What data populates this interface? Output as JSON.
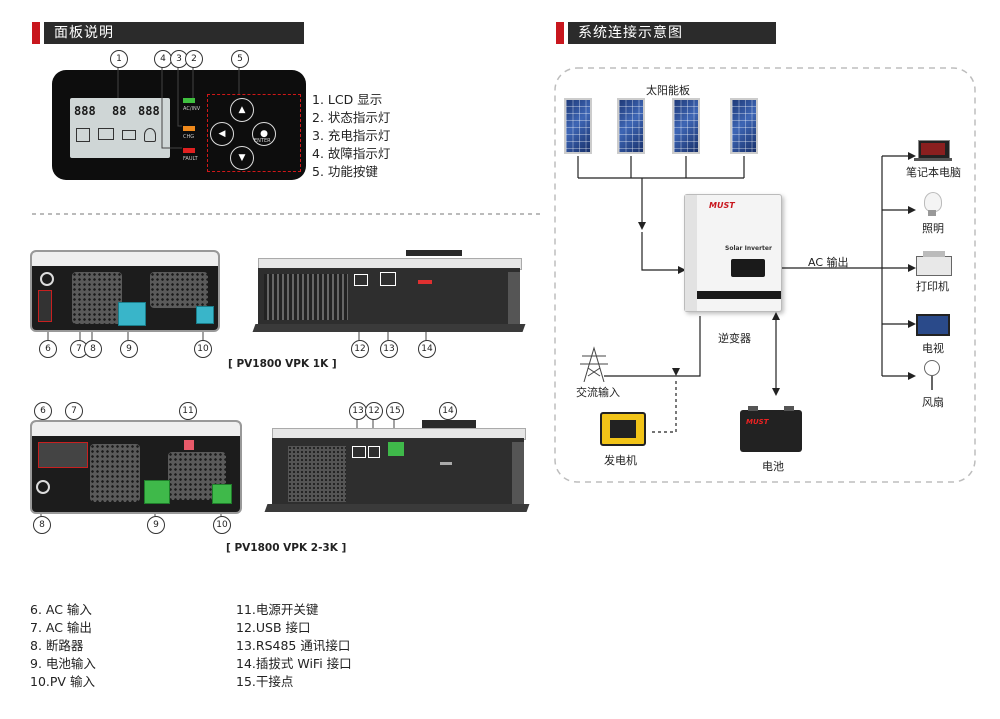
{
  "left_section": {
    "title": "面板说明",
    "panel_legend": [
      "1.  LCD 显示",
      "2.  状态指示灯",
      "3.  充电指示灯",
      "4.  故障指示灯",
      "5.  功能按键"
    ],
    "indicators": {
      "ac_inv": "AC/INV",
      "chg": "CHG",
      "fault": "FAULT"
    },
    "lcd_digits": {
      "left": "888",
      "mid": "88",
      "right": "888"
    },
    "keys": {
      "enter": "ENTER"
    },
    "callouts_top": [
      "1",
      "4",
      "3",
      "2",
      "5"
    ],
    "model_1k": "[ PV1800 VPK 1K ]",
    "model_2_3k": "[ PV1800 VPK 2-3K ]",
    "callouts_1k": [
      "6",
      "7",
      "8",
      "9",
      "10",
      "12",
      "13",
      "14"
    ],
    "callouts_2_3k": [
      "6",
      "7",
      "11",
      "8",
      "9",
      "10",
      "13",
      "12",
      "15",
      "14"
    ],
    "bottom_legend_col1": [
      "6.  AC 输入",
      "7.  AC 输出",
      "8.  断路器",
      "9.  电池输入",
      "10.PV 输入"
    ],
    "bottom_legend_col2": [
      "11.电源开关键",
      "12.USB 接口",
      "13.RS485 通讯接口",
      "14.插拔式 WiFi 接口",
      "15.干接点"
    ]
  },
  "right_section": {
    "title": "系统连接示意图",
    "solar_panels": "太阳能板",
    "inverter": "逆变器",
    "inverter_brand": "MUST",
    "inverter_name": "Solar Inverter",
    "ac_output": "AC 输出",
    "ac_input": "交流输入",
    "generator": "发电机",
    "battery": "电池",
    "battery_brand": "MUST",
    "loads": [
      "笔记本电脑",
      "照明",
      "打印机",
      "电视",
      "风扇"
    ]
  },
  "colors": {
    "accent_red": "#c8161d",
    "header_dark": "#2b2b2b",
    "panel_blue": "#2f56a8",
    "led_green": "#3fbf3f",
    "led_orange": "#f08a1c",
    "led_red": "#e02020"
  }
}
